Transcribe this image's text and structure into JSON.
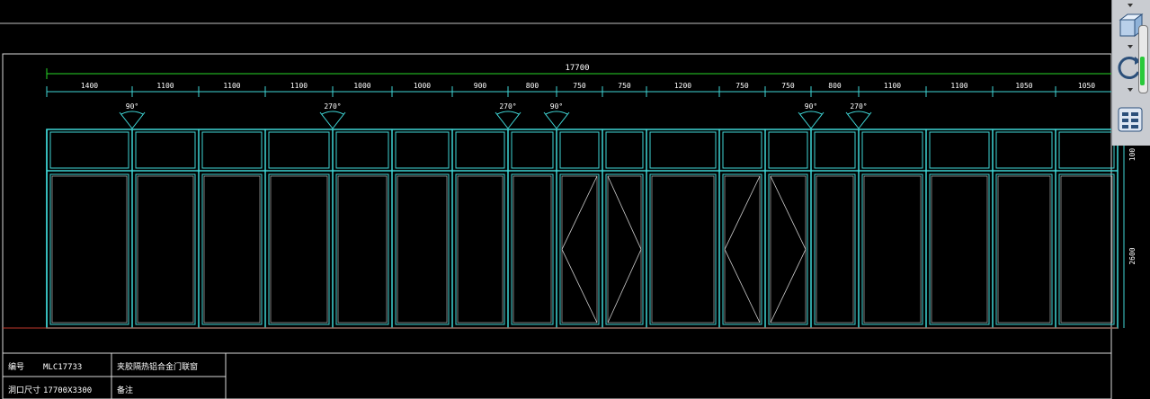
{
  "drawing": {
    "total_width_label": "17700",
    "panel_widths": [
      "1400",
      "1100",
      "1100",
      "1100",
      "1000",
      "1000",
      "900",
      "800",
      "750",
      "750",
      "1200",
      "750",
      "750",
      "800",
      "1100",
      "1100",
      "1050",
      "1050"
    ],
    "swing_angles": [
      "90°",
      "270°",
      "270°",
      "90°",
      "90°",
      "270°"
    ],
    "side_dims": [
      "100",
      "2600"
    ],
    "title_block": {
      "code_label": "编号",
      "code_value": "MLC17733",
      "name_value": "夹胶隔热铝合金门联窗",
      "size_label": "洞口尺寸",
      "size_value": "17700X3300",
      "note_value": "备注"
    }
  },
  "colors": {
    "frame": "#3fd6d6",
    "inner": "#cfcfcf",
    "dimension": "#3fd6d6",
    "overall_dim": "#29d629",
    "border": "#d9d9d9"
  },
  "navbar": {
    "icons": [
      "view-cube-icon",
      "orbit-icon",
      "steering-wheel-icon"
    ]
  }
}
